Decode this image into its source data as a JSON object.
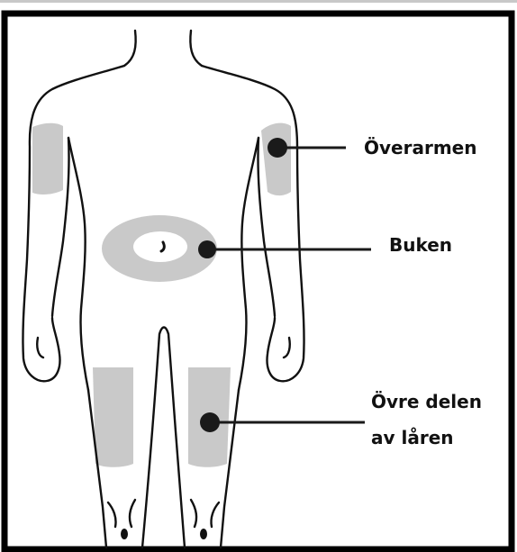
{
  "labels": {
    "upper_arm": "Överarmen",
    "abdomen": "Buken",
    "thigh_line1": "Övre delen",
    "thigh_line2": "av låren"
  },
  "colors": {
    "outline": "#111111",
    "injection_area": "#c9c9c9",
    "frame_border": "#000000",
    "background": "#ffffff"
  }
}
